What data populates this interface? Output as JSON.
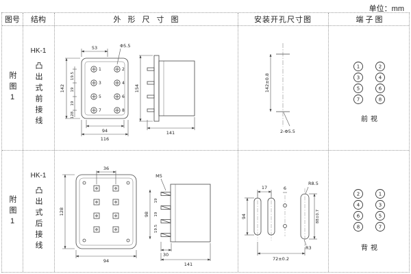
{
  "unit_label": "单位：mm",
  "headers": {
    "figure": "图号",
    "structure": "结构",
    "outline": "外形尺寸图",
    "mounting": "安装开孔尺寸图",
    "terminal": "端子图"
  },
  "rows": [
    {
      "figure_label": "附图1",
      "model": "HK-1",
      "structure_desc": "凸出式前接线",
      "outline": {
        "width_top": "53",
        "hole_dia": "Φ5.5",
        "height_overall": "142",
        "pitch_a": "19.5",
        "pitch_b": "19",
        "pitch_c": "19",
        "height_inner": "128",
        "width_inner": "94",
        "width_overall": "116",
        "side_height": "154",
        "depth": "141",
        "terminal_numbers": [
          "1",
          "2",
          "3",
          "4",
          "5",
          "6",
          "7",
          "8"
        ]
      },
      "mounting": {
        "height": "142±0.8",
        "holes": "2-Φ5.5"
      },
      "terminal": {
        "numbers": [
          "1",
          "2",
          "3",
          "4",
          "5",
          "6",
          "7",
          "8"
        ],
        "view_label": "前视"
      }
    },
    {
      "figure_label": "附图1",
      "model": "HK-1",
      "structure_desc": "凸出式后接线",
      "outline": {
        "width_top": "36",
        "screw_spec": "M5",
        "height_overall": "128",
        "width_bottom": "94",
        "side_height": "98",
        "pitch_a": "19",
        "pitch_b": "19",
        "pitch_c": "19.5",
        "pin_depth": "30",
        "depth": "141"
      },
      "mounting": {
        "slot_pitch": "17",
        "hole_dia": "6",
        "slot_radius": "R8.5",
        "height": "94",
        "height_right": "88±0.7",
        "corner_radius": "R3",
        "width": "72±0.2"
      },
      "terminal": {
        "numbers": [
          "2",
          "1",
          "4",
          "3",
          "6",
          "5",
          "8",
          "7"
        ],
        "view_label": "背视"
      }
    }
  ]
}
